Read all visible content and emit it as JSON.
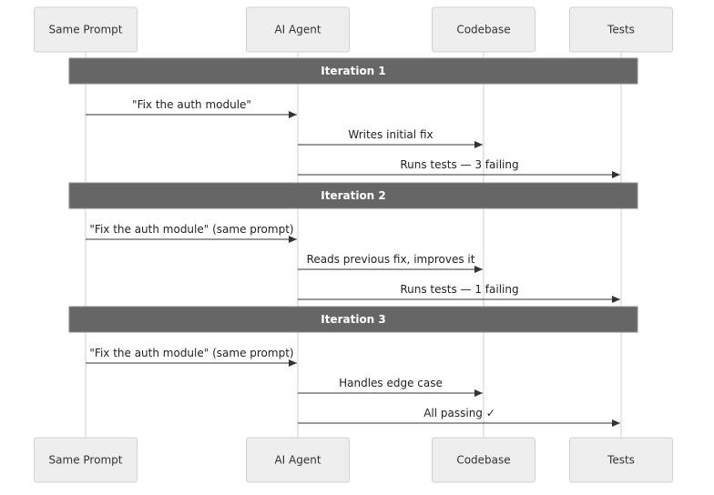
{
  "participants": [
    {
      "id": "prompt",
      "label": "Same Prompt"
    },
    {
      "id": "agent",
      "label": "AI Agent"
    },
    {
      "id": "codebase",
      "label": "Codebase"
    },
    {
      "id": "tests",
      "label": "Tests"
    }
  ],
  "iterations": [
    {
      "label": "Iteration 1",
      "messages": [
        {
          "from": "prompt",
          "to": "agent",
          "label": "\"Fix the auth module\""
        },
        {
          "from": "agent",
          "to": "codebase",
          "label": "Writes initial fix"
        },
        {
          "from": "agent",
          "to": "tests",
          "label": "Runs tests — 3 failing"
        }
      ]
    },
    {
      "label": "Iteration 2",
      "messages": [
        {
          "from": "prompt",
          "to": "agent",
          "label": "\"Fix the auth module\" (same prompt)"
        },
        {
          "from": "agent",
          "to": "codebase",
          "label": "Reads previous fix, improves it"
        },
        {
          "from": "agent",
          "to": "tests",
          "label": "Runs tests — 1 failing"
        }
      ]
    },
    {
      "label": "Iteration 3",
      "messages": [
        {
          "from": "prompt",
          "to": "agent",
          "label": "\"Fix the auth module\" (same prompt)"
        },
        {
          "from": "agent",
          "to": "codebase",
          "label": "Handles edge case"
        },
        {
          "from": "agent",
          "to": "tests",
          "label": "All passing ✓"
        }
      ]
    }
  ]
}
